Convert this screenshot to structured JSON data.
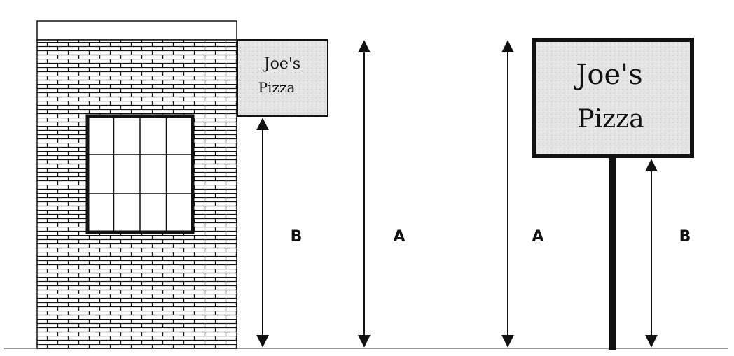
{
  "left_figure": {
    "sign_line1": "Joe's",
    "sign_line2": "Pizza",
    "label_b": "B",
    "label_a": "A"
  },
  "right_figure": {
    "sign_line1": "Joe's",
    "sign_line2": "Pizza",
    "label_a": "A",
    "label_b": "B"
  },
  "colors": {
    "line": "#111111",
    "ground": "#999999",
    "sign_fill": "#e6e6e6",
    "brick_fill": "#ffffff"
  }
}
